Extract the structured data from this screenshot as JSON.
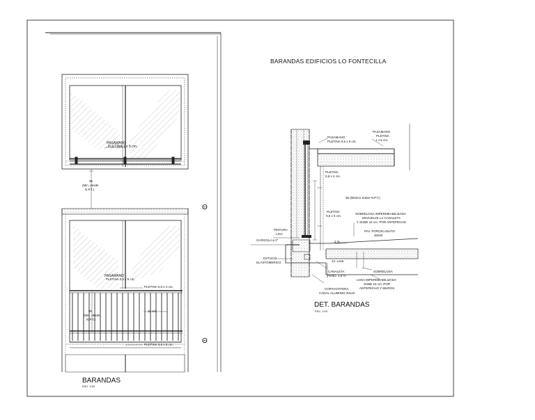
{
  "sheet_title": "BARANDAS EDIFICIOS LO FONTECILLA",
  "left_view": {
    "title": "BARANDAS",
    "scale": "ESC. 1/20",
    "upper": {
      "pasamano": "PASAMANO",
      "pletina": "PLETINA 1 x 5 cm."
    },
    "height_note": [
      "95",
      "(Min. desde",
      "N.P.T.)"
    ],
    "lower": {
      "pasamano": "PASAMANO",
      "pletina_pasamano": "PLETINA 0,6 x 5 cm.",
      "pletina_vertical": "PLETINA 0,6 x 4 cm.",
      "pletina_base": "PLETINA 0,6 x 5 cm.",
      "height_note": [
        "95",
        "(Min. desde",
        "N.P.T.)"
      ],
      "spacing": "11 cm."
    },
    "markers": [
      "Θ",
      "Θ"
    ]
  },
  "detail": {
    "title": "DET. BARANDAS",
    "scale": "ESC. 1/10",
    "labels": {
      "pasamano_left": [
        "PASAMANO",
        "PLETINA 0,6 x 5 cm."
      ],
      "pasamano_right": [
        "PASAMANO",
        "PLETINA",
        "1 x 5 cm."
      ],
      "pletina_a": [
        "PLETINA",
        "0,6 x 4 cm."
      ],
      "altura": "95 (Minimo Sobre N.P.T.)",
      "pletina_b": [
        "PLETINA",
        "0,6 x 5 cm."
      ],
      "sobrelosa": [
        "SOBRELOSA IMPERMEABILIZADA",
        "ENVUELVE LA CANALETA",
        "Y SUBE 15 cm. POR ANTEPECHO"
      ],
      "pav": [
        "PAV. PORCELANATO",
        "30x60"
      ],
      "pintura": [
        "PINTURA",
        "LISA"
      ],
      "gargola": "GARGOLA ø 2\"",
      "estuco": [
        "ESTUCO",
        "ELASTOMERICO"
      ],
      "pendiente": "2 %",
      "losa": "12. Losa",
      "canaleta": [
        "CANALETA",
        "PEND. 1,5 %"
      ],
      "cortagotera": [
        "CORTAGOTERA",
        "CANAL ALUMINIO 20x10"
      ],
      "sobrelosa2": "SOBRELOSA",
      "losa_imp": [
        "LOSA IMPERMEABILIZADA",
        "SUBE 15 cm. POR",
        "ANTEPECHO Y MUROS"
      ]
    }
  }
}
